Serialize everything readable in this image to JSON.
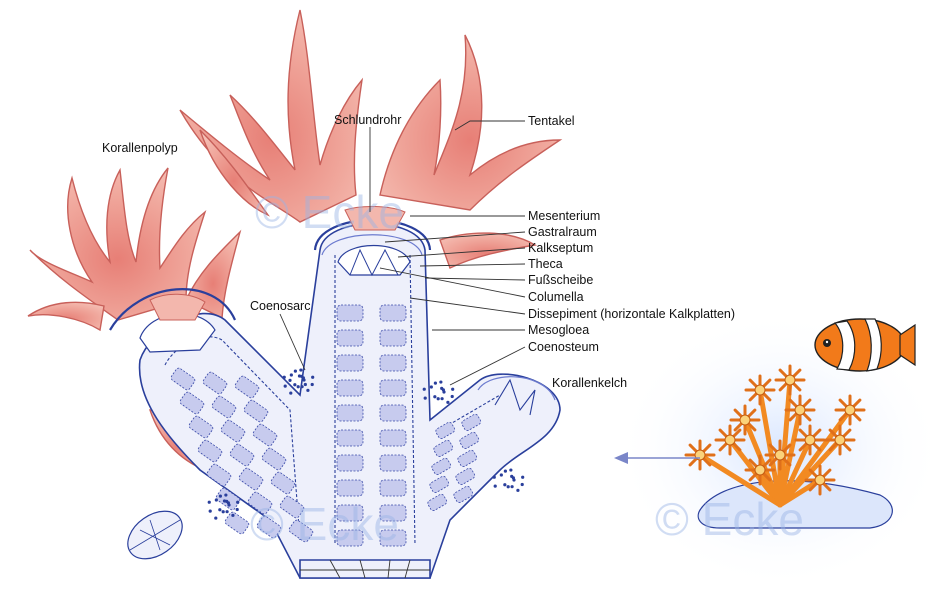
{
  "labels": {
    "korallenpolyp": "Korallenpolyp",
    "schlundrohr": "Schlundrohr",
    "tentakel": "Tentakel",
    "mesenterium": "Mesenterium",
    "gastralraum": "Gastralraum",
    "kalkseptum": "Kalkseptum",
    "theca": "Theca",
    "fussscheibe": "Fußscheibe",
    "columella": "Columella",
    "dissepiment": "Dissepiment (horizontale Kalkplatten)",
    "mesogloea": "Mesogloea",
    "coenosteum": "Coenosteum",
    "coenosarc": "Coenosarc",
    "korallenkelch": "Korallenkelch"
  },
  "watermark": "© Ecke",
  "colors": {
    "tentacle": "#ee9e93",
    "tentacle_edge": "#c8605a",
    "skeleton_line": "#2a3f9c",
    "chamber": "#c7cbee",
    "fish_orange": "#f27a1a",
    "coral_orange": "#f28a22",
    "arrow": "#7a86c8"
  },
  "icons": {
    "clownfish": "clownfish-icon",
    "coral_colony": "coral-colony-icon",
    "arrow": "arrow-left-icon"
  }
}
